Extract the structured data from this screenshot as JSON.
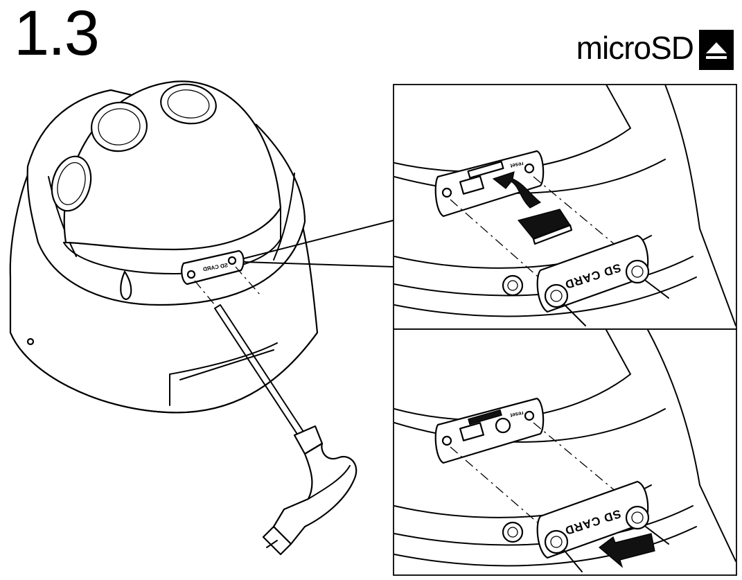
{
  "step": {
    "number": "1.3"
  },
  "media": {
    "label": "microSD",
    "icon": "eject-icon"
  },
  "cover": {
    "label": "SD CARD"
  },
  "slot": {
    "reset_label": "reset"
  },
  "panels": [
    {
      "name": "open-cover-insert-card"
    },
    {
      "name": "close-cover-tighten-screws"
    }
  ]
}
